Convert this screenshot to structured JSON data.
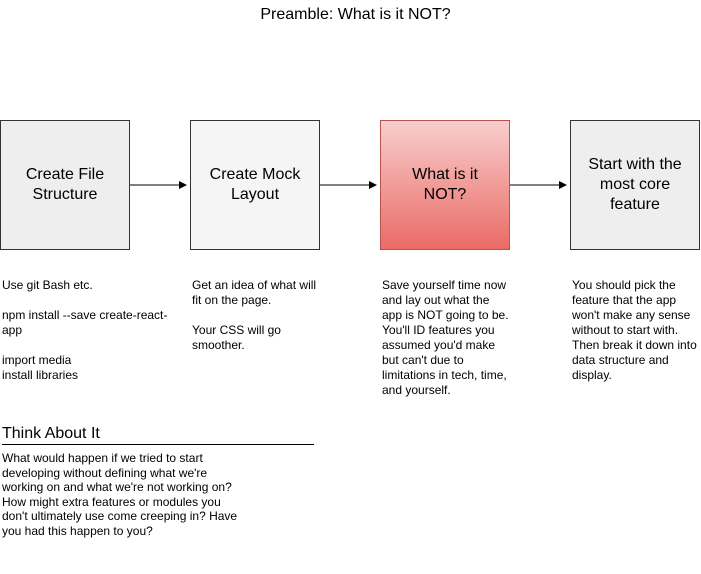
{
  "title": "Preamble: What is it NOT?",
  "steps": [
    {
      "label": "Create File Structure",
      "note": "Use git Bash etc.\n\nnpm install --save create-react-app\n\nimport media\ninstall libraries"
    },
    {
      "label": "Create Mock Layout",
      "note": "Get an idea of what will fit on the page.\n\nYour CSS will go smoother."
    },
    {
      "label": "What is it NOT?",
      "note": "Save yourself time now and lay out what the app is NOT going to be. You'll ID features you assumed you'd make but can't due to limitations in tech, time, and yourself."
    },
    {
      "label": "Start with the most core feature",
      "note": "You should pick the feature that the app won't make any sense without to start with. Then break it down into data structure and display."
    }
  ],
  "think": {
    "heading": "Think About It",
    "body": "What would happen if we tried to start developing without defining what we're working on and what we're not working on? How might extra features or modules you don't ultimately use come creeping in? Have you had this happen to you?"
  },
  "colors": {
    "box_fill": "#eeeeee",
    "box_fill_light": "#f5f5f5",
    "highlight_top": "#f8cecc",
    "highlight_bottom": "#ea6b66",
    "highlight_stroke": "#b85450",
    "stroke": "#333333"
  }
}
